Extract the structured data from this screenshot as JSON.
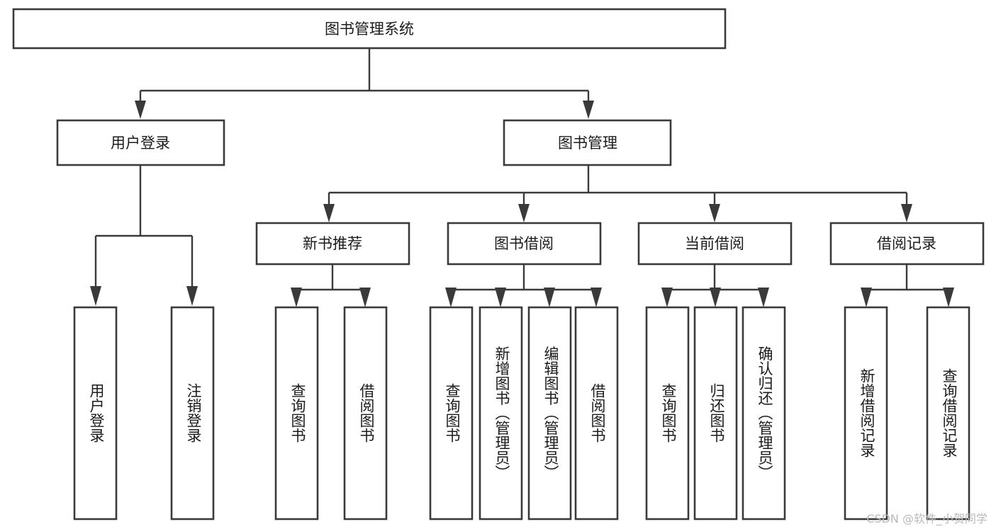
{
  "diagram": {
    "type": "tree-hierarchy",
    "title": "图书管理系统",
    "root": {
      "id": "root",
      "label": "图书管理系统"
    },
    "level2": [
      {
        "id": "user-login",
        "label": "用户登录"
      },
      {
        "id": "book-manage",
        "label": "图书管理"
      }
    ],
    "level3": [
      {
        "id": "new-book-recommend",
        "label": "新书推荐",
        "parent": "book-manage"
      },
      {
        "id": "book-borrow",
        "label": "图书借阅",
        "parent": "book-manage"
      },
      {
        "id": "current-borrow",
        "label": "当前借阅",
        "parent": "book-manage"
      },
      {
        "id": "borrow-record",
        "label": "借阅记录",
        "parent": "book-manage"
      }
    ],
    "leaves": [
      {
        "id": "leaf-user-login",
        "label": "用户登录",
        "parent": "user-login"
      },
      {
        "id": "leaf-logout",
        "label": "注销登录",
        "parent": "user-login"
      },
      {
        "id": "leaf-query-book-1",
        "label": "查询图书",
        "parent": "new-book-recommend"
      },
      {
        "id": "leaf-borrow-book-1",
        "label": "借阅图书",
        "parent": "new-book-recommend"
      },
      {
        "id": "leaf-query-book-2",
        "label": "查询图书",
        "parent": "book-borrow"
      },
      {
        "id": "leaf-add-book",
        "label": "新增图书（管理员）",
        "parent": "book-borrow"
      },
      {
        "id": "leaf-edit-book",
        "label": "编辑图书（管理员）",
        "parent": "book-borrow"
      },
      {
        "id": "leaf-borrow-book-2",
        "label": "借阅图书",
        "parent": "book-borrow"
      },
      {
        "id": "leaf-query-book-3",
        "label": "查询图书",
        "parent": "current-borrow"
      },
      {
        "id": "leaf-return-book",
        "label": "归还图书",
        "parent": "current-borrow"
      },
      {
        "id": "leaf-confirm-return",
        "label": "确认归还（管理员）",
        "parent": "current-borrow"
      },
      {
        "id": "leaf-add-record",
        "label": "新增借阅记录",
        "parent": "borrow-record"
      },
      {
        "id": "leaf-query-record",
        "label": "查询借阅记录",
        "parent": "borrow-record"
      }
    ],
    "colors": {
      "stroke": "#3a3a3a",
      "fill": "#ffffff",
      "text": "#1b1b1b",
      "watermark": "#b9b9b9"
    }
  },
  "watermark": {
    "label": "CSDN @软件_小贺同学"
  }
}
